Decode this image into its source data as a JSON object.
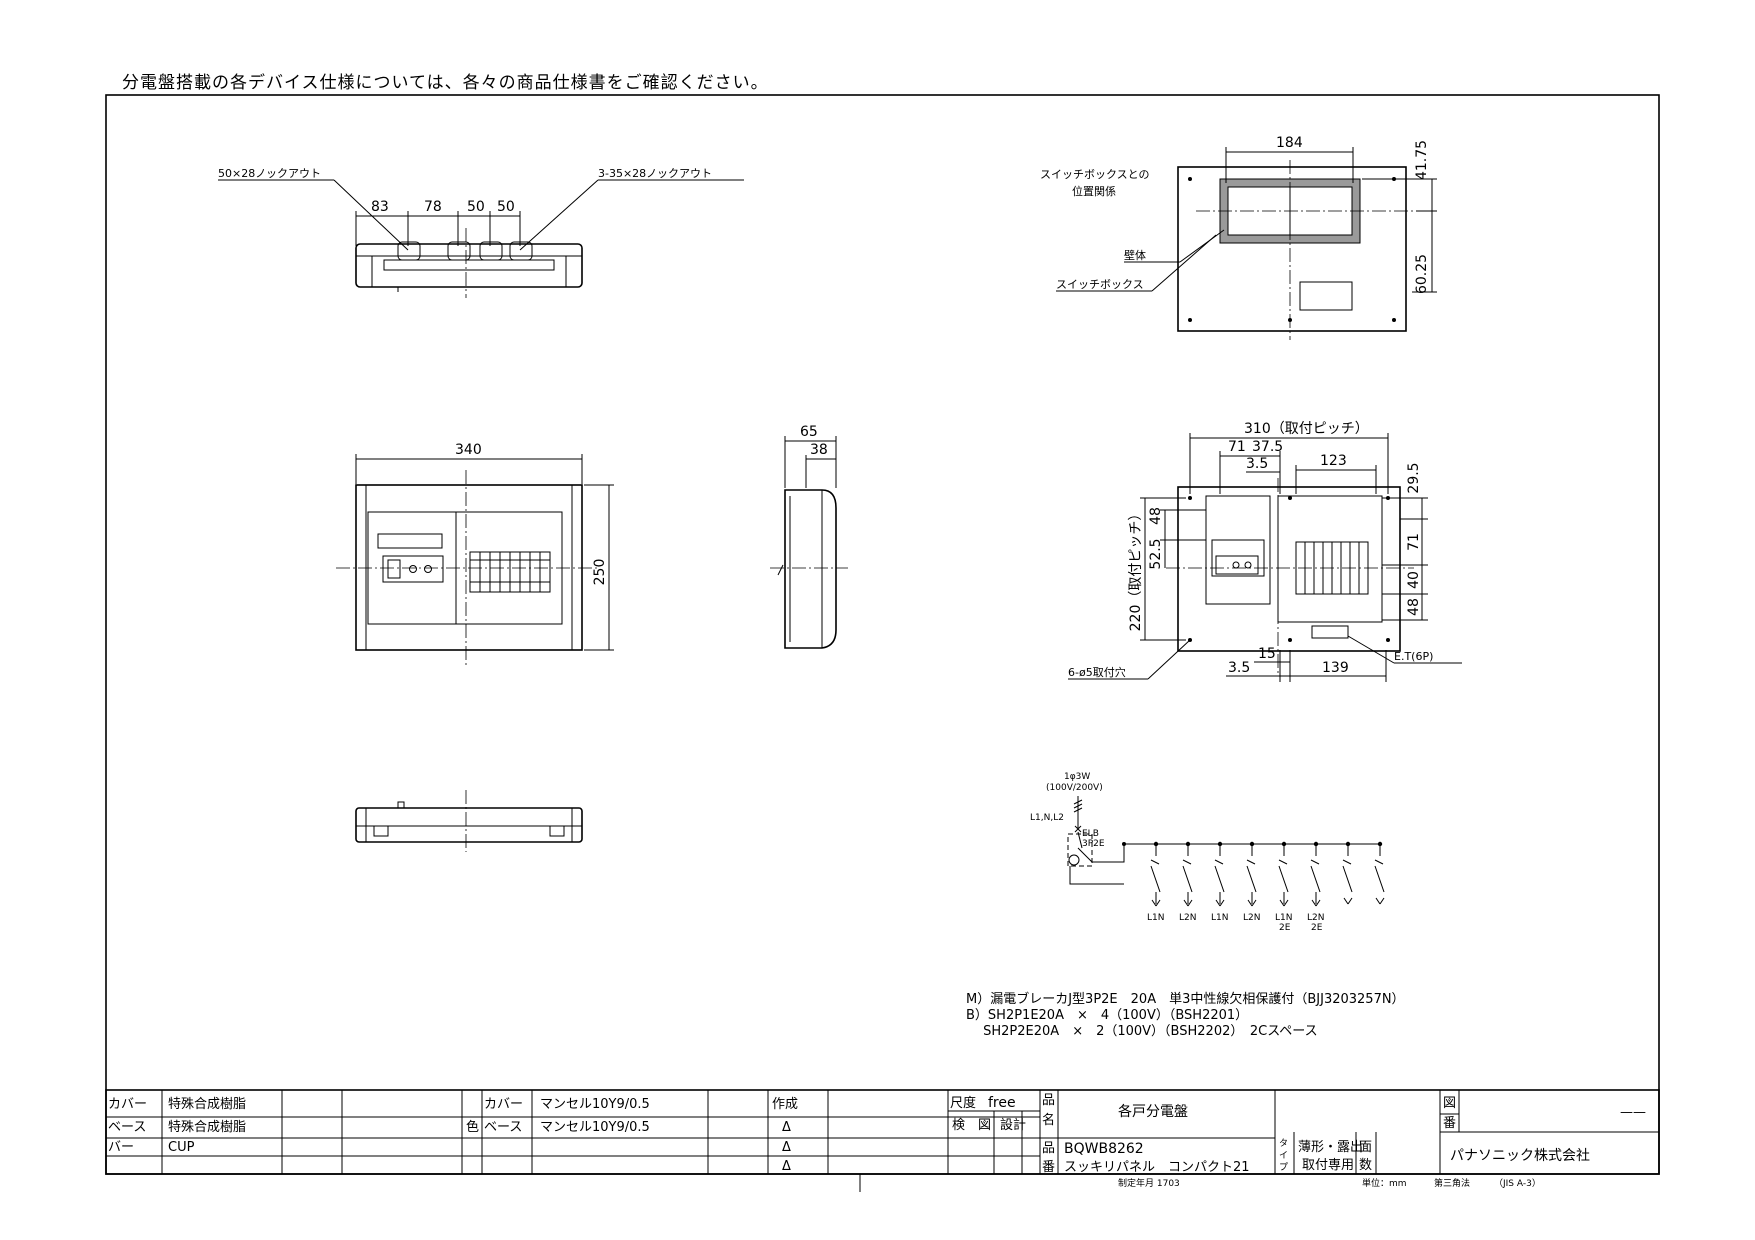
{
  "header_note": "分電盤搭載の各デバイス仕様については、各々の商品仕様書をご確認ください。",
  "top_view": {
    "knockout_left": "50×28ノックアウト",
    "knockout_right": "3-35×28ノックアウト",
    "dims": [
      "83",
      "78",
      "50",
      "50"
    ]
  },
  "front_view": {
    "width": "340",
    "height": "250"
  },
  "side_view": {
    "depth_total": "65",
    "depth_inner": "38"
  },
  "switchbox_view": {
    "label_relation_1": "スイッチボックスとの",
    "label_relation_2": "位置関係",
    "label_wall": "壁体",
    "label_switchbox": "スイッチボックス",
    "dim_width": "184",
    "dim_top": "41.75",
    "dim_bottom": "60.25"
  },
  "mount_view": {
    "pitch_h": "310（取付ピッチ）",
    "d71": "71",
    "d375": "37.5",
    "d35": "3.5",
    "d123": "123",
    "pitch_v": "220（取付ピッチ）",
    "d525": "52.5",
    "d48a": "48",
    "d295": "29.5",
    "d71b": "71",
    "d40": "40",
    "d48b": "48",
    "d15": "15",
    "d35b": "3.5",
    "d139": "139",
    "holes": "6-ø5取付穴",
    "et": "E.T(6P)"
  },
  "circuit": {
    "supply_1": "1φ3W",
    "supply_2": "(100V/200V)",
    "lines": "L1,N,L2",
    "elb_1": "ELB",
    "elb_2": "3P2E",
    "branches": [
      {
        "line1": "L1N",
        "line2": ""
      },
      {
        "line1": "L2N",
        "line2": ""
      },
      {
        "line1": "L1N",
        "line2": ""
      },
      {
        "line1": "L2N",
        "line2": ""
      },
      {
        "line1": "L1N",
        "line2": "2E"
      },
      {
        "line1": "L2N",
        "line2": "2E"
      }
    ]
  },
  "specs": [
    "M）漏電ブレーカJ型3P2E　20A　単3中性線欠相保護付（BJJ3203257N）",
    "B）SH2P1E20A　×　4（100V）（BSH2201）",
    "　 SH2P2E20A　×　2（100V）（BSH2202）　2Cスペース"
  ],
  "title_block": {
    "mat_rows": [
      {
        "part": "カバー",
        "material": "特殊合成樹脂",
        "cpart": "カバー",
        "color": "マンセル10Y9/0.5"
      },
      {
        "part": "ベース",
        "material": "特殊合成樹脂",
        "cpart": "ベース",
        "color": "マンセル10Y9/0.5"
      },
      {
        "part": "バー",
        "material": "CUP",
        "cpart": "",
        "color": ""
      }
    ],
    "color_label": "色",
    "made_label": "作成",
    "delta": "Δ",
    "scale_label": "尺度",
    "scale_value": "free",
    "check_label": "検",
    "drawn_label": "図",
    "design_label": "設計",
    "hinmei_1": "品",
    "hinmei_2": "名",
    "product_name": "各戸分電盤",
    "hinban_1": "品",
    "hinban_2": "番",
    "part_number": "BQWB8262",
    "series": "スッキリパネル　コンパクト21",
    "type_1": "タ",
    "type_2": "イ",
    "type_3": "プ",
    "type_value_1": "薄形・露出",
    "type_value_2": "取付専用",
    "face_1": "面",
    "face_2": "数",
    "zuban_1": "図",
    "zuban_2": "番",
    "zuban_value": "——",
    "company": "パナソニック株式会社",
    "date": "制定年月 1703",
    "unit": "単位：mm",
    "projection": "第三角法",
    "jis": "（JIS A-3）"
  }
}
